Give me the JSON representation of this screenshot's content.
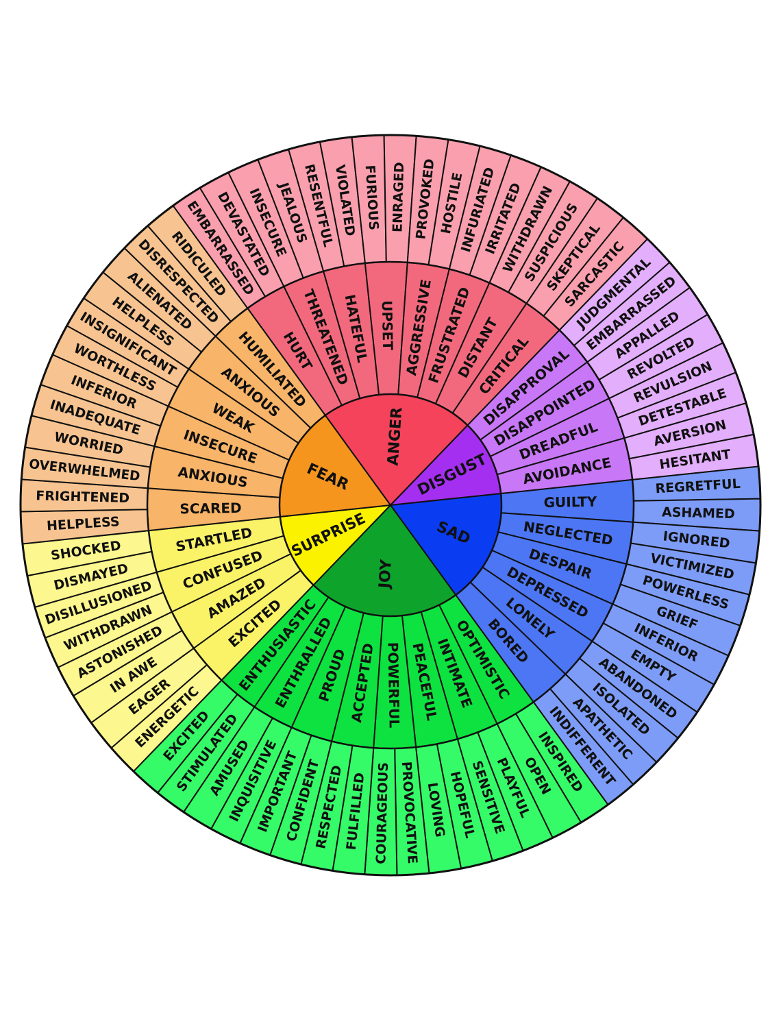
{
  "wheel": {
    "sectors": [
      {
        "name": "ANGER",
        "color_core": "#f4435b",
        "color_mid": "#f2697d",
        "color_outer": "#f99fae",
        "groups": [
          {
            "mid": "HURT",
            "outer": [
              "EMBARRASSED",
              "DEVASTATED"
            ]
          },
          {
            "mid": "THREATENED",
            "outer": [
              "INSECURE",
              "JEALOUS"
            ]
          },
          {
            "mid": "HATEFUL",
            "outer": [
              "RESENTFUL",
              "VIOLATED"
            ]
          },
          {
            "mid": "UPSET",
            "outer": [
              "FURIOUS",
              "ENRAGED"
            ]
          },
          {
            "mid": "AGGRESSIVE",
            "outer": [
              "PROVOKED",
              "HOSTILE"
            ]
          },
          {
            "mid": "FRUSTRATED",
            "outer": [
              "INFURIATED",
              "IRRITATED"
            ]
          },
          {
            "mid": "DISTANT",
            "outer": [
              "WITHDRAWN",
              "SUSPICIOUS"
            ]
          },
          {
            "mid": "CRITICAL",
            "outer": [
              "SKEPTICAL",
              "SARCASTIC"
            ]
          }
        ]
      },
      {
        "name": "DISGUST",
        "color_core": "#a52ff0",
        "color_mid": "#c877f7",
        "color_outer": "#e3aefb",
        "groups": [
          {
            "mid": "DISAPPROVAL",
            "outer": [
              "JUDGMENTAL",
              "EMBARRASSED"
            ]
          },
          {
            "mid": "DISAPPOINTED",
            "outer": [
              "APPALLED",
              "REVOLTED"
            ]
          },
          {
            "mid": "DREADFUL",
            "outer": [
              "REVULSION",
              "DETESTABLE"
            ]
          },
          {
            "mid": "AVOIDANCE",
            "outer": [
              "AVERSION",
              "HESITANT"
            ]
          }
        ]
      },
      {
        "name": "SAD",
        "color_core": "#0a3df2",
        "color_mid": "#4c76f4",
        "color_outer": "#7d9cf7",
        "groups": [
          {
            "mid": "GUILTY",
            "outer": [
              "REGRETFUL",
              "ASHAMED"
            ]
          },
          {
            "mid": "NEGLECTED",
            "outer": [
              "IGNORED",
              "VICTIMIZED"
            ]
          },
          {
            "mid": "DESPAIR",
            "outer": [
              "POWERLESS",
              "GRIEF"
            ]
          },
          {
            "mid": "DEPRESSED",
            "outer": [
              "INFERIOR",
              "EMPTY"
            ]
          },
          {
            "mid": "LONELY",
            "outer": [
              "ABANDONED",
              "ISOLATED"
            ]
          },
          {
            "mid": "BORED",
            "outer": [
              "APATHETIC",
              "INDIFFERENT"
            ]
          }
        ]
      },
      {
        "name": "JOY",
        "color_core": "#0ea42c",
        "color_mid": "#0ee240",
        "color_outer": "#35fb68",
        "groups": [
          {
            "mid": "OPTIMISTIC",
            "outer": [
              "INSPIRED",
              "OPEN"
            ]
          },
          {
            "mid": "INTIMATE",
            "outer": [
              "PLAYFUL",
              "SENSITIVE"
            ]
          },
          {
            "mid": "PEACEFUL",
            "outer": [
              "HOPEFUL",
              "LOVING"
            ]
          },
          {
            "mid": "POWERFUL",
            "outer": [
              "PROVOCATIVE",
              "COURAGEOUS"
            ]
          },
          {
            "mid": "ACCEPTED",
            "outer": [
              "FULFILLED",
              "RESPECTED"
            ]
          },
          {
            "mid": "PROUD",
            "outer": [
              "CONFIDENT",
              "IMPORTANT"
            ]
          },
          {
            "mid": "ENTHRALLED",
            "outer": [
              "INQUISITIVE",
              "AMUSED"
            ]
          },
          {
            "mid": "ENTHUSIASTIC",
            "outer": [
              "STIMULATED",
              "EXCITED"
            ]
          }
        ]
      },
      {
        "name": "SURPRISE",
        "color_core": "#fbf200",
        "color_mid": "#fbf367",
        "color_outer": "#fcf78e",
        "groups": [
          {
            "mid": "EXCITED",
            "outer": [
              "ENERGETIC",
              "EAGER"
            ]
          },
          {
            "mid": "AMAZED",
            "outer": [
              "IN AWE",
              "ASTONISHED"
            ]
          },
          {
            "mid": "CONFUSED",
            "outer": [
              "WITHDRAWN",
              "DISILLUSIONED"
            ]
          },
          {
            "mid": "STARTLED",
            "outer": [
              "DISMAYED",
              "SHOCKED"
            ]
          }
        ]
      },
      {
        "name": "FEAR",
        "color_core": "#f6951e",
        "color_mid": "#f8b468",
        "color_outer": "#f7c491",
        "groups": [
          {
            "mid": "SCARED",
            "outer": [
              "HELPLESS",
              "FRIGHTENED"
            ]
          },
          {
            "mid": "ANXIOUS",
            "outer": [
              "OVERWHELMED",
              "WORRIED"
            ]
          },
          {
            "mid": "INSECURE",
            "outer": [
              "INADEQUATE",
              "INFERIOR"
            ]
          },
          {
            "mid": "WEAK",
            "outer": [
              "WORTHLESS",
              "INSIGNIFICANT"
            ]
          },
          {
            "mid": "ANXIOUS",
            "outer": [
              "HELPLESS",
              "ALIENATED"
            ]
          },
          {
            "mid": "HUMILIATED",
            "outer": [
              "DISRESPECTED",
              "RIDICULED"
            ]
          }
        ]
      }
    ]
  }
}
